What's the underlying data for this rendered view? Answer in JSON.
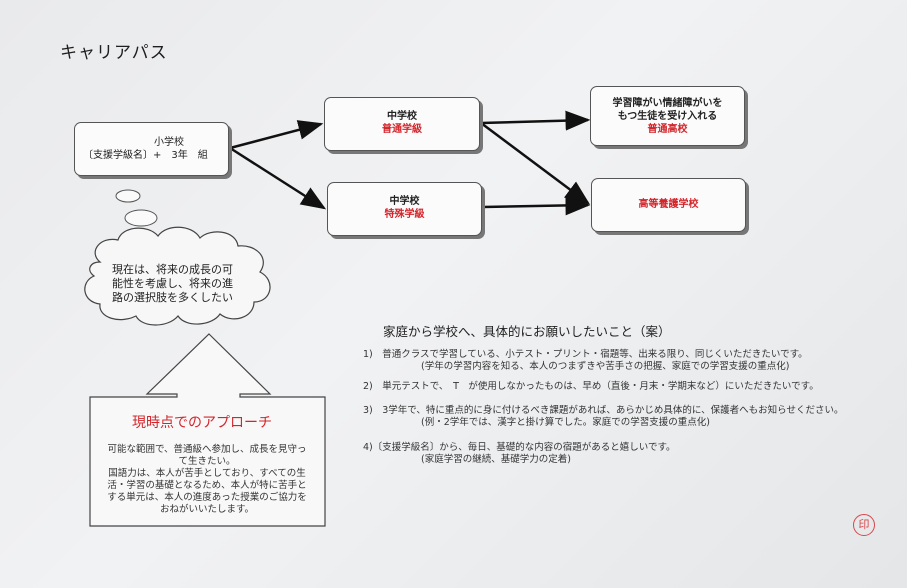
{
  "title": "キャリアパス",
  "elementary": {
    "line1": "小学校",
    "line2": "〔支援学級名〕+　3年　組"
  },
  "jhs_regular": {
    "name": "中学校",
    "class": "普通学級"
  },
  "jhs_special": {
    "name": "中学校",
    "class": "特殊学級"
  },
  "hs_regular": {
    "line1": "学習障がい情緒障がいを",
    "line2": "もつ生徒を受け入れる",
    "name": "普通高校"
  },
  "hs_special": {
    "name": "高等養護学校"
  },
  "thought": {
    "line1": "現在は、将来の成長の可",
    "line2": "能性を考慮し、将来の進",
    "line3": "路の選択肢を多くしたい"
  },
  "approach": {
    "title": "現時点でのアプローチ",
    "lines": [
      "可能な範囲で、普通級へ参加し、成長を見守っ",
      "て生きたい。",
      "国語力は、本人が苦手としており、すべての生",
      "活・学習の基礎となるため、本人が特に苦手と",
      "する単元は、本人の進度あった授業のご協力を",
      "おねがいいたします。"
    ]
  },
  "requests": {
    "title": "家庭から学校へ、具体的にお願いしたいこと（案）",
    "items": [
      {
        "main": "1)　普通クラスで学習している、小テスト・プリント・宿題等、出来る限り、同じくいただきたいです。",
        "sub": "(学年の学習内容を知る、本人のつまずきや苦手さの把握、家庭での学習支援の重点化)"
      },
      {
        "main": "2)　単元テストで、　T　が使用しなかったものは、早め（直後・月末・学期末など）にいただきたいです。",
        "sub": ""
      },
      {
        "main": "3)　3学年で、特に重点的に身に付けるべき課題があれば、あらかじめ具体的に、保護者へもお知らせください。",
        "sub": "(例・2学年では、漢字と掛け算でした。家庭での学習支援の重点化)"
      },
      {
        "main": "4)〔支援学級名〕から、毎日、基礎的な内容の宿題があると嬉しいです。",
        "sub": "(家庭学習の継続、基礎学力の定着)"
      }
    ]
  },
  "stamp": "印"
}
